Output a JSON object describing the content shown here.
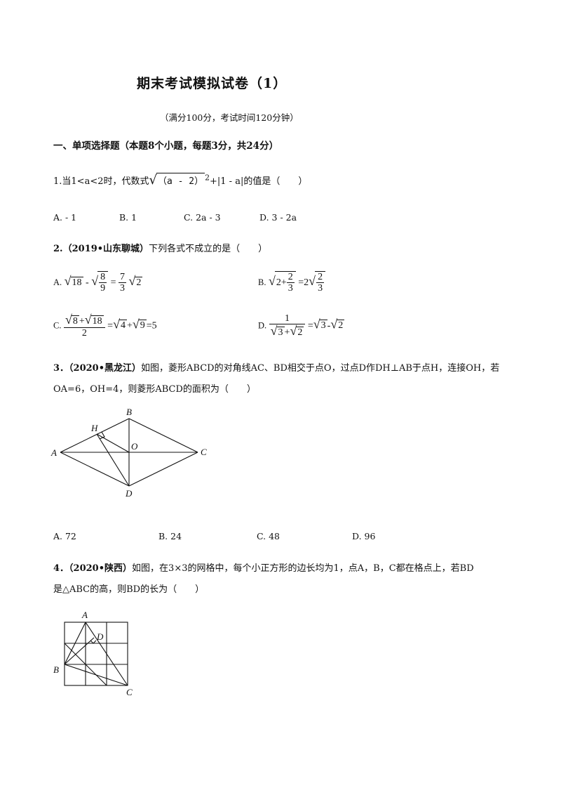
{
  "title": "期末考试模拟试卷（1）",
  "subtitle": "（满分100分，考试时间120分钟）",
  "section1": "一、单项选择题（本题8个小题，每题3分，共24分）",
  "q1": {
    "prefix": "1.当1<a<2时，代数式",
    "radicand": "（a - 2）",
    "exp": "2",
    "suffix": "+|1 - a|的值是（　　）",
    "options": [
      "A.  - 1",
      "B.    1",
      "C.   2a - 3",
      "D.    3 - 2a"
    ]
  },
  "q2": {
    "source": "2.（2019•山东聊城）",
    "stem": "下列各式不成立的是（　　）",
    "A": {
      "label": "A.",
      "r1": "18",
      "minus": "-",
      "fnum": "8",
      "fden": "9",
      "eq": "=",
      "cnum": "7",
      "cden": "3",
      "r2": "2"
    },
    "B": {
      "label": "B.",
      "two": "2",
      "plus": "+",
      "fnum": "2",
      "fden": "3",
      "eq": "=2",
      "gnum": "2",
      "gden": "3"
    },
    "C": {
      "label": "C.",
      "n1": "8",
      "plus": "+",
      "n2": "18",
      "den": "2",
      "eq1": "=",
      "r1": "4",
      "p2": "+",
      "r2": "9",
      "eq2": "=5"
    },
    "D": {
      "label": "D.",
      "num": "1",
      "d1": "3",
      "plus": "+",
      "d2": "2",
      "eq": "=",
      "r1": "3",
      "minus": "-",
      "r2": "2"
    }
  },
  "q3": {
    "source": "3．（2020•黑龙江）",
    "line1": "如图，菱形ABCD的对角线AC、BD相交于点O，过点D作DH⊥AB于点H，连接OH，若",
    "line2": "OA=6，OH=4，则菱形ABCD的面积为（　　）",
    "labels": {
      "A": "A",
      "B": "B",
      "C": "C",
      "D": "D",
      "H": "H",
      "O": "O"
    },
    "options": [
      "A. 72",
      "B. 24",
      "C. 48",
      "D. 96"
    ]
  },
  "q4": {
    "source": "4．（2020•陕西）",
    "line1": "如图，在3×3的网格中，每个小正方形的边长均为1，点A，B，C都在格点上，若BD",
    "line2": "是△ABC的高，则BD的长为（　　）",
    "labels": {
      "A": "A",
      "B": "B",
      "C": "C",
      "D": "D"
    }
  }
}
